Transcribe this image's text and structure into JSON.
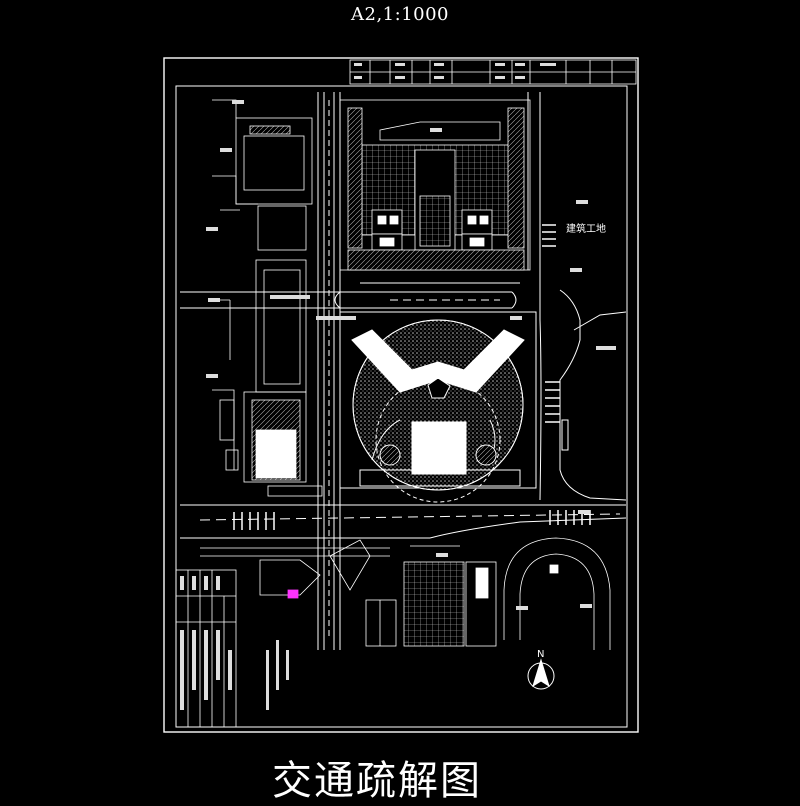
{
  "header": {
    "scale_label": "A2,1:1000"
  },
  "title": {
    "text": "交通疏解图"
  },
  "plan": {
    "site_labels": {
      "construction_site": "建筑工地",
      "north_mark": "N"
    },
    "colors": {
      "background": "#000000",
      "linework": "#ffffff",
      "highlight": "#ff33ff"
    }
  }
}
